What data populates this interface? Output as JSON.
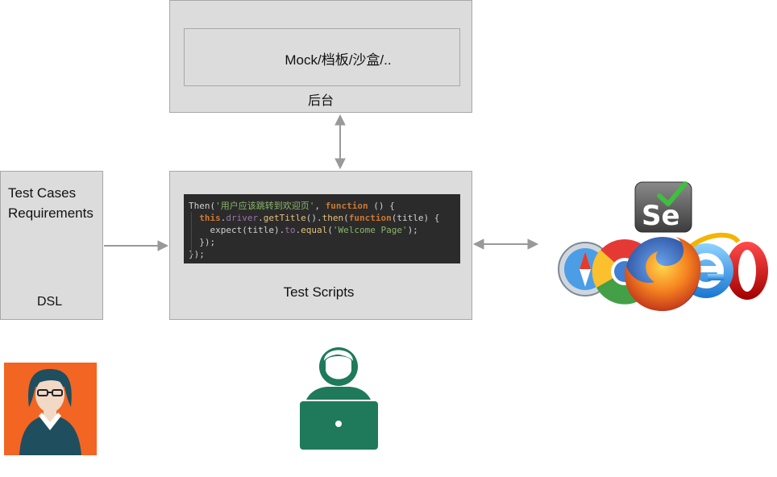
{
  "backend": {
    "inner_label": "Mock/档板/沙盒/..",
    "label": "后台"
  },
  "test_cases": {
    "line1": "Test Cases",
    "line2": "Requirements",
    "dsl_label": "DSL"
  },
  "scripts": {
    "label": "Test Scripts",
    "code": {
      "line1_then": "Then(",
      "line1_str": "'用户应该跳转到欢迎页'",
      "line1_sep": ", ",
      "line1_kw": "function",
      "line1_end": " () {",
      "line2_this": "this",
      "line2_a": ".",
      "line2_driver": "driver",
      "line2_b": ".",
      "line2_getTitle": "getTitle",
      "line2_c": "().",
      "line2_then": "then",
      "line2_d": "(",
      "line2_kw": "function",
      "line2_e": "(title) {",
      "line3_a": "expect(title).",
      "line3_to": "to",
      "line3_b": ".",
      "line3_equal": "equal",
      "line3_c": "(",
      "line3_str": "'Welcome Page'",
      "line3_d": ");",
      "line4": "});",
      "line5": "});"
    }
  },
  "colors": {
    "box_fill": "#dcdcdc",
    "box_border": "#a8a8a8",
    "arrow": "#999999",
    "person_orange": "#f26522",
    "person_green": "#1e7a5a",
    "code_bg": "#2b2b2b"
  },
  "icons": [
    "selenium-logo-icon",
    "safari-icon",
    "chrome-icon",
    "firefox-icon",
    "ie-icon",
    "opera-icon",
    "woman-avatar-icon",
    "developer-laptop-icon"
  ]
}
